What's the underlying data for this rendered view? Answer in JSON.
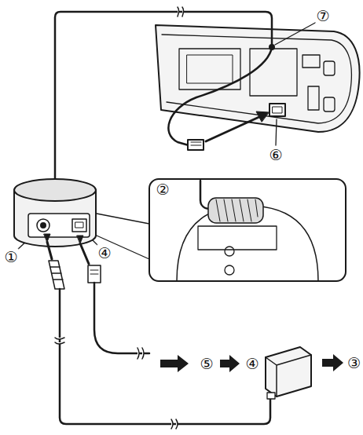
{
  "diagram": {
    "labels": [
      "⑦",
      "⑥",
      "②",
      "①",
      "④",
      "⑤",
      "④",
      "③"
    ]
  }
}
